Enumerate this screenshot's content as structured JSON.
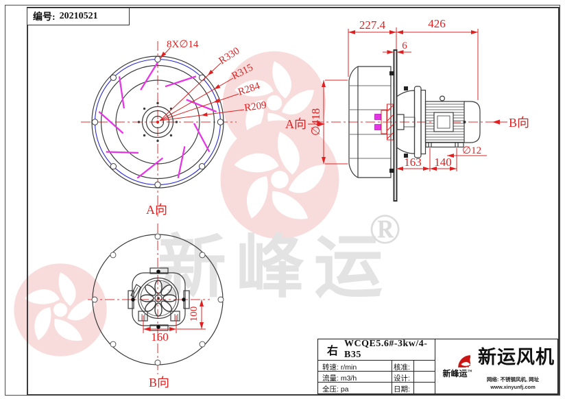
{
  "sheet": {
    "serial_label": "编号:",
    "serial_value": "20210521"
  },
  "front_view": {
    "bolt_note": "8X∅14",
    "r1": "R330",
    "r2": "R315",
    "r3": "R284",
    "r4": "R209",
    "view_label": "A向"
  },
  "side_view": {
    "dim_depth": "227.4",
    "dim_total": "426",
    "dim_plate": "6",
    "dim_diameter": "∅418",
    "dim_163": "163",
    "dim_140": "140",
    "dim_hole": "∅12",
    "view_a": "A向",
    "view_b": "B向"
  },
  "bottom_view": {
    "dim_width": "160",
    "dim_height": "100",
    "view_label": "B向"
  },
  "title_block": {
    "orientation": "右",
    "model": "WCQE5.6#-3kw/4-B35",
    "specs": [
      {
        "label": "转速:",
        "value": "r/min"
      },
      {
        "label": "流量:",
        "value": "m3/h"
      },
      {
        "label": "全压:",
        "value": "pa"
      }
    ],
    "sign_fields": [
      "核准:",
      "设计:",
      "日期:"
    ],
    "brand": {
      "name": "新运风机",
      "logo_text": "新峰运",
      "tm": "™",
      "info_line1": "网络: 不锈钢风机, 网址",
      "info_line2": "www.xinyunfj.com"
    }
  },
  "watermark": {
    "text": "新峰运",
    "registered": "®"
  },
  "colors": {
    "dimension_red": "#e02020",
    "blade_magenta": "#e635e6",
    "bolt_circle_blue": "#2626d8",
    "logo_red": "#cc1414"
  }
}
